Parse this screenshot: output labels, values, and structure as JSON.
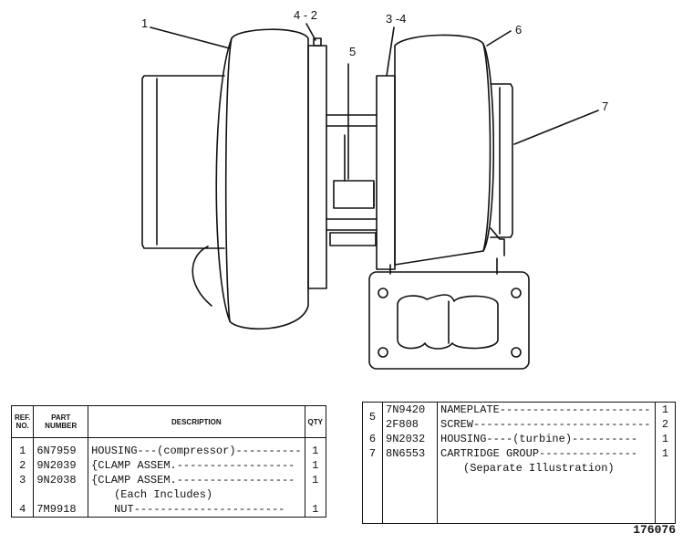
{
  "callouts": [
    "1",
    "4 - 2",
    "3 -4",
    "5",
    "6",
    "7"
  ],
  "table_left": {
    "headers": [
      "REF. NO.",
      "PART NUMBER",
      "DESCRIPTION",
      "QTY"
    ],
    "rows": [
      {
        "ref": "1",
        "part": "6N7959",
        "desc": "HOUSING---(compressor)----------",
        "qty": "1"
      },
      {
        "ref": "2",
        "part": "9N2039",
        "desc": "{CLAMP ASSEM.------------------",
        "qty": "1"
      },
      {
        "ref": "3",
        "part": "9N2038",
        "desc": "{CLAMP ASSEM.------------------",
        "qty": "1"
      },
      {
        "ref": "",
        "part": "",
        "desc": "(Each Includes)",
        "qty": ""
      },
      {
        "ref": "4",
        "part": "7M9918",
        "desc": "NUT-----------------------",
        "qty": "1"
      }
    ]
  },
  "table_right": {
    "rows": [
      {
        "ref": "5",
        "part": "7N9420",
        "desc": "NAMEPLATE-----------------------",
        "qty": "1"
      },
      {
        "ref": "",
        "part": "2F808",
        "desc": "SCREW---------------------------",
        "qty": "2"
      },
      {
        "ref": "6",
        "part": "9N2032",
        "desc": "HOUSING----(turbine)----------",
        "qty": "1"
      },
      {
        "ref": "7",
        "part": "8N6553",
        "desc": "CARTRIDGE GROUP---------------",
        "qty": "1"
      },
      {
        "ref": "",
        "part": "",
        "desc": "(Separate Illustration)",
        "qty": ""
      }
    ]
  },
  "figure_number": "176076"
}
